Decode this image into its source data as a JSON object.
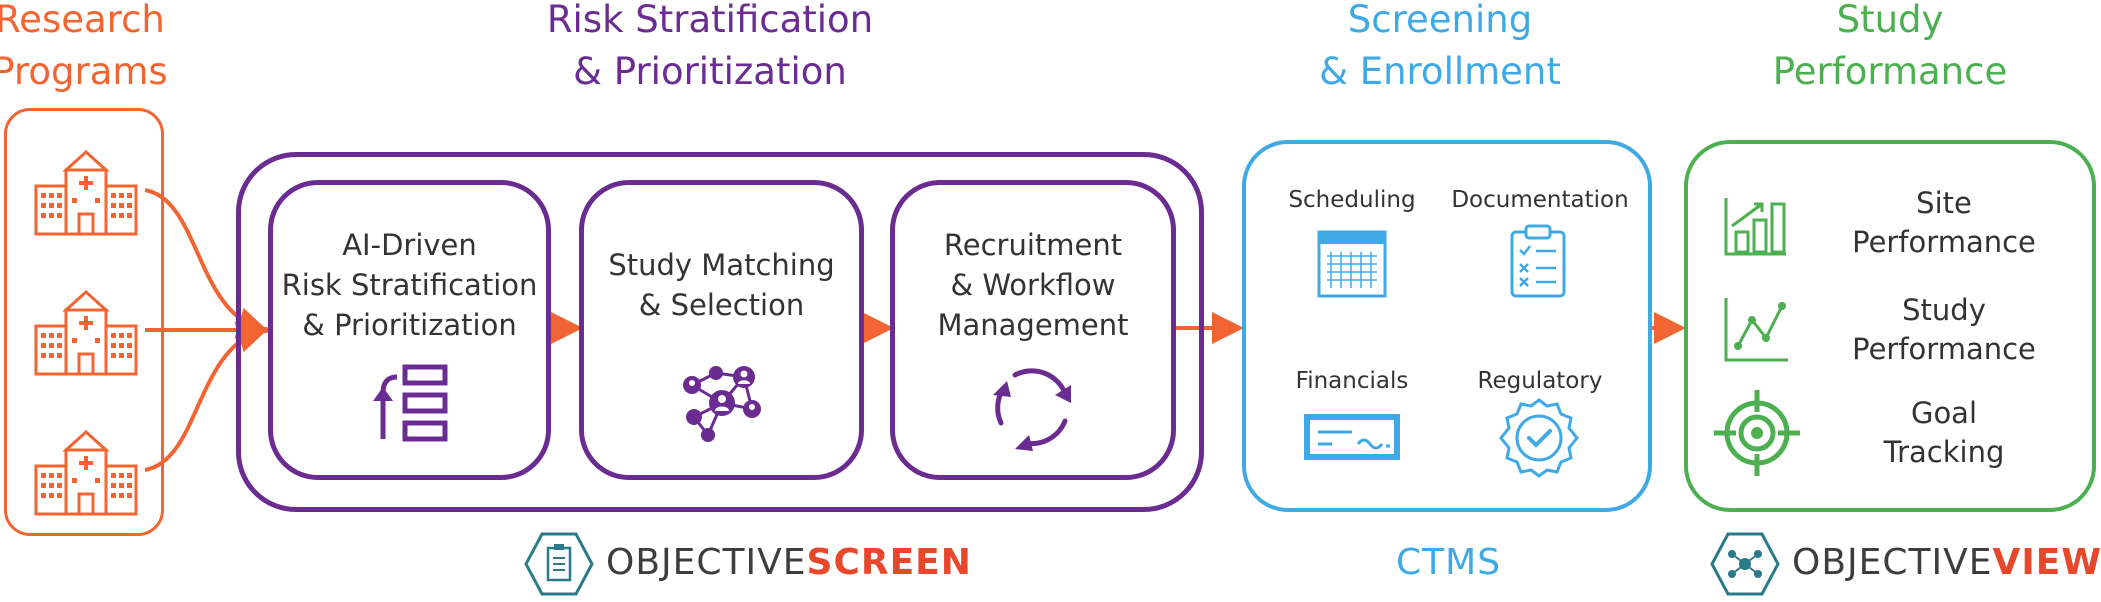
{
  "colors": {
    "research": "#f26532",
    "risk": "#6a2c91",
    "screening": "#3fa9e6",
    "performance": "#4caf50",
    "arrow": "#f26532",
    "text": "#333333",
    "logo_teal": "#2a7a8a"
  },
  "headers": {
    "research": "Research\nPrograms",
    "risk": "Risk Stratification\n& Prioritization",
    "screening": "Screening\n& Enrollment",
    "performance": "Study\nPerformance"
  },
  "research_icons": [
    "hospital-icon",
    "hospital-icon",
    "hospital-icon"
  ],
  "risk_stages": [
    {
      "label": "AI-Driven\nRisk Stratification\n& Prioritization",
      "icon": "priority-list-icon"
    },
    {
      "label": "Study Matching\n& Selection",
      "icon": "network-people-icon"
    },
    {
      "label": "Recruitment\n& Workflow\nManagement",
      "icon": "cycle-icon"
    }
  ],
  "ctms_items": [
    {
      "label": "Scheduling",
      "icon": "calendar-icon"
    },
    {
      "label": "Documentation",
      "icon": "clipboard-icon"
    },
    {
      "label": "Financials",
      "icon": "check-icon"
    },
    {
      "label": "Regulatory",
      "icon": "badge-icon"
    }
  ],
  "performance_items": [
    {
      "label": "Site\nPerformance",
      "icon": "bar-chart-icon"
    },
    {
      "label": "Study\nPerformance",
      "icon": "line-chart-icon"
    },
    {
      "label": "Goal\nTracking",
      "icon": "target-icon"
    }
  ],
  "bottom": {
    "objective_screen": {
      "prefix": "OBJECTIVE",
      "suffix": "SCREEN"
    },
    "ctms": "CTMS",
    "objective_view": {
      "prefix": "OBJECTIVE",
      "suffix": "VIEW"
    }
  }
}
